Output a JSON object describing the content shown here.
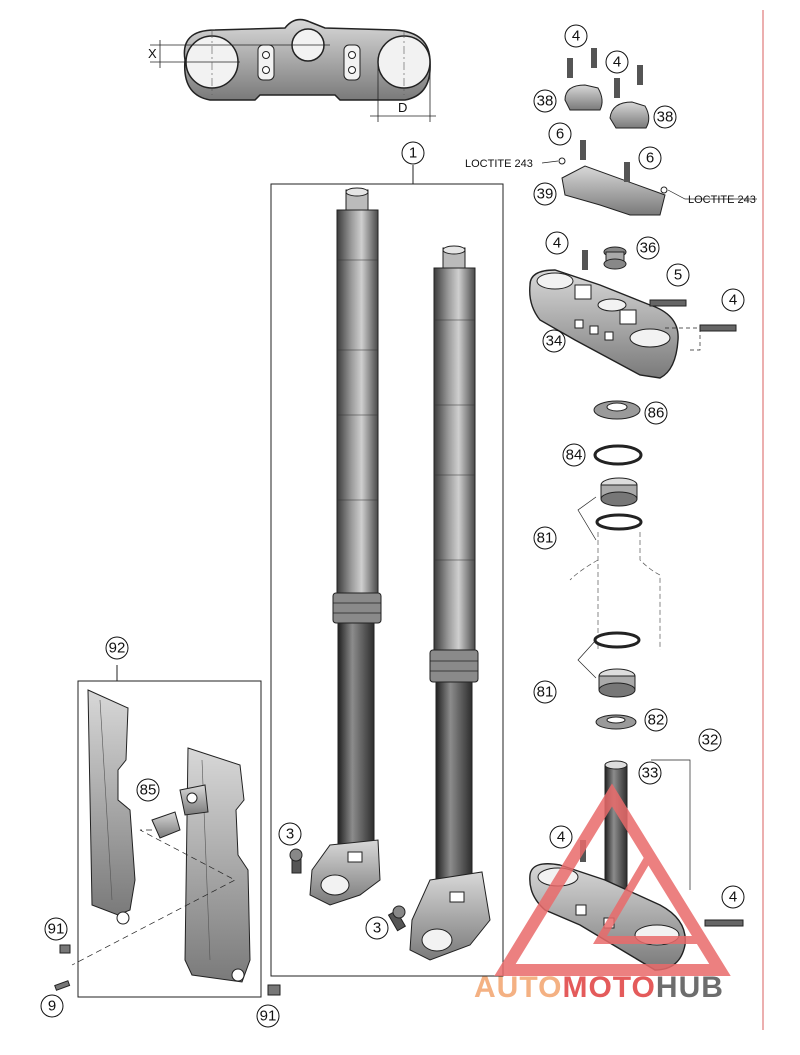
{
  "callouts": {
    "c1": "1",
    "c3a": "3",
    "c3b": "3",
    "c4a": "4",
    "c4b": "4",
    "c4c": "4",
    "c4d": "4",
    "c4e": "4",
    "c4f": "4",
    "c5": "5",
    "c6a": "6",
    "c6b": "6",
    "c9": "9",
    "c32": "32",
    "c33": "33",
    "c34": "34",
    "c36": "36",
    "c38a": "38",
    "c38b": "38",
    "c39": "39",
    "c81a": "81",
    "c81b": "81",
    "c82": "82",
    "c84": "84",
    "c85": "85",
    "c86": "86",
    "c91a": "91",
    "c91b": "91",
    "c92": "92"
  },
  "labels": {
    "loctite_left": "LOCTITE 243",
    "loctite_right": "LOCTITE 243",
    "dim_x": "X",
    "dim_d": "D"
  },
  "watermark": {
    "part1": "AUTO",
    "part2": "MOTO",
    "part3": "HUB",
    "color1": "#f4b183",
    "color2": "#e45b5b",
    "color3": "#6d6d6d"
  }
}
